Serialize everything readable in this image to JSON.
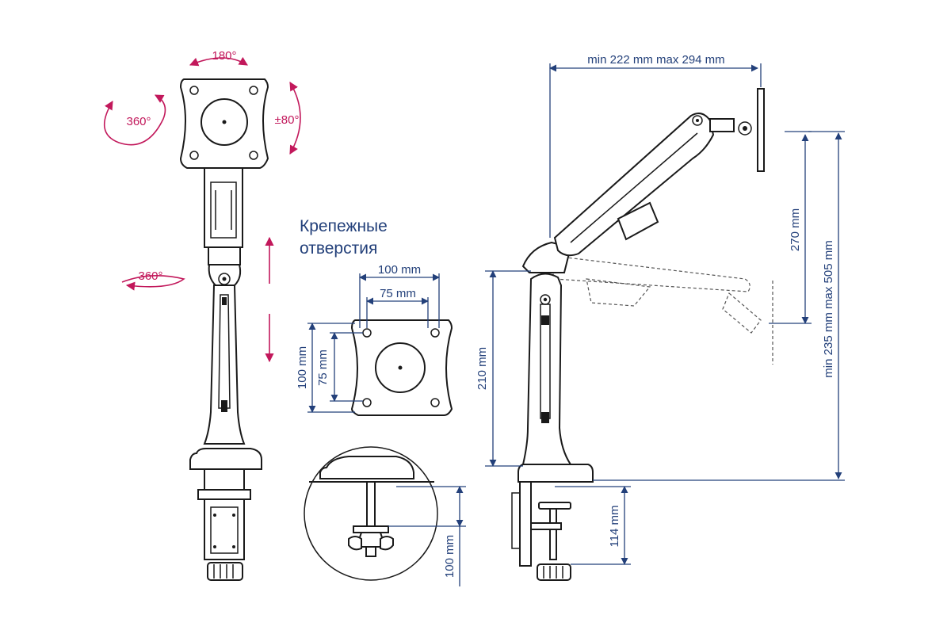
{
  "colors": {
    "dimension": "#23407a",
    "rotation": "#c2185b",
    "line": "#1a1a1a"
  },
  "rotations": {
    "top": "180°",
    "left": "360°",
    "tilt": "±80°",
    "arm": "360°"
  },
  "mounting_holes": {
    "heading_line1": "Крепежные",
    "heading_line2": "отверстия",
    "width_outer": "100 mm",
    "width_inner": "75 mm",
    "height_outer": "100 mm",
    "height_inner": "75 mm"
  },
  "clamp_detail": {
    "thickness": "100 mm"
  },
  "side_view": {
    "reach": "min 222 mm max 294 mm",
    "pole_height": "210 mm",
    "arm_travel": "270 mm",
    "total_height": "min 235 mm max 505 mm",
    "clamp_opening": "114 mm"
  }
}
